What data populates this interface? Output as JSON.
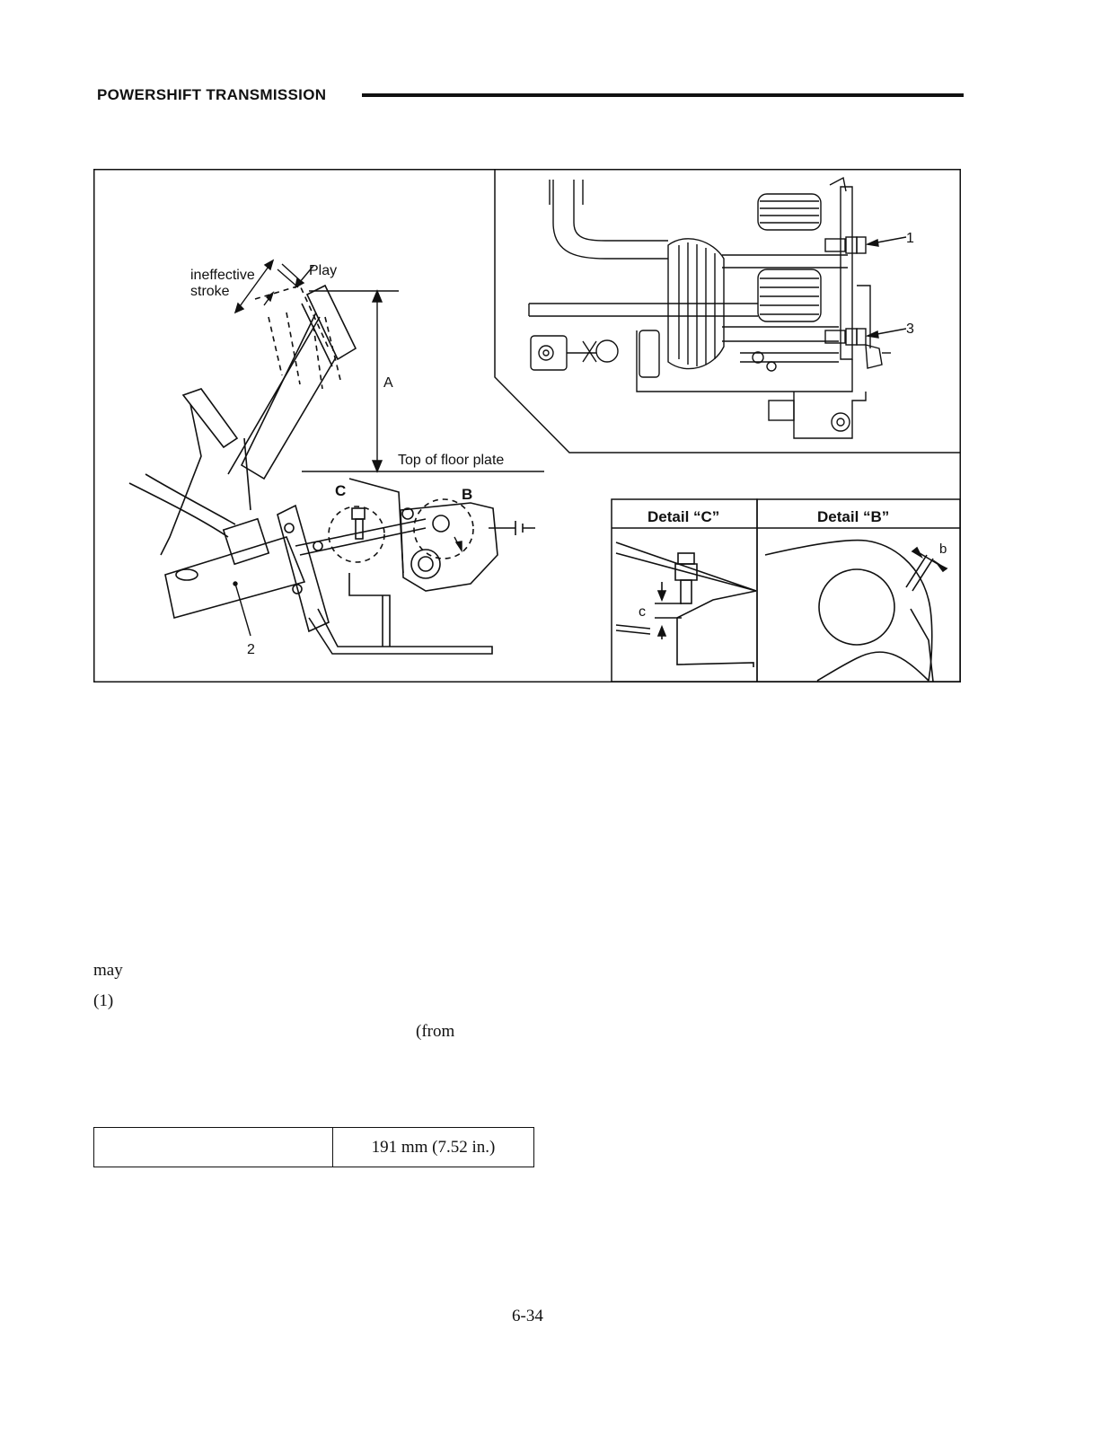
{
  "header": {
    "title": "POWERSHIFT TRANSMISSION"
  },
  "figure": {
    "labels": {
      "ineffective": "ineffective",
      "stroke": "stroke",
      "play": "Play",
      "a": "A",
      "floor": "Top of floor plate",
      "c": "C",
      "b": "B",
      "two": "2",
      "one": "1",
      "three": "3",
      "detail_c_title": "Detail “C”",
      "detail_b_title": "Detail “B”",
      "detail_c_c": "c",
      "detail_b_b": "b"
    }
  },
  "body": {
    "line1": "may",
    "line2": "(1)",
    "line3": "(from"
  },
  "spec_table": {
    "label": "",
    "value": "191 mm (7.52 in.)"
  },
  "footer": {
    "page_number": "6-34"
  }
}
